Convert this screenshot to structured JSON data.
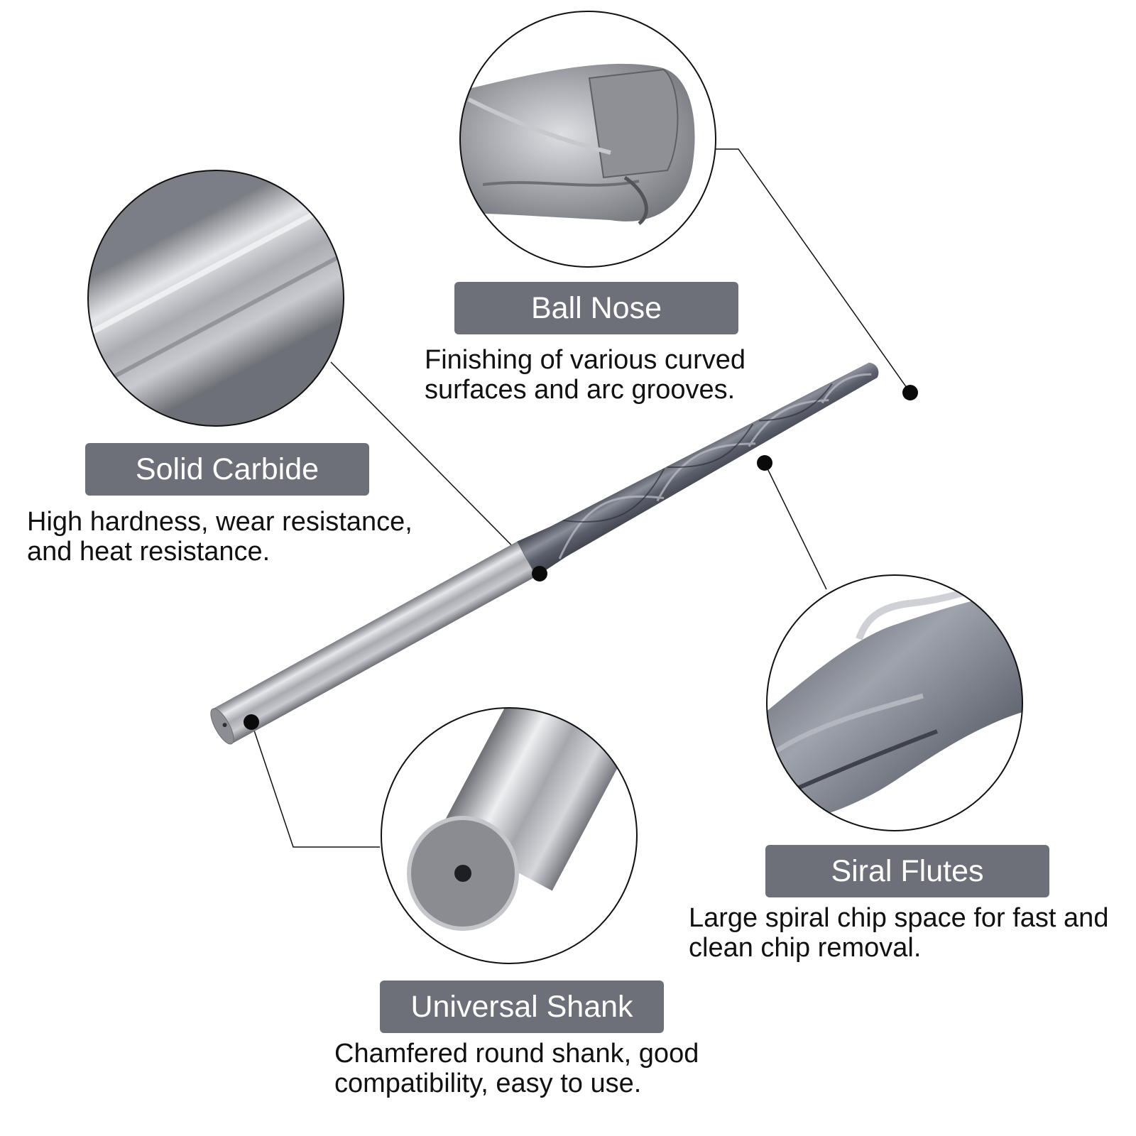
{
  "features": [
    {
      "id": "ball-nose",
      "title": "Ball Nose",
      "description_lines": [
        "Finishing of various curved",
        "surfaces and arc grooves."
      ]
    },
    {
      "id": "solid-carbide",
      "title": "Solid Carbide",
      "description_lines": [
        "High hardness, wear resistance,",
        "and heat resistance."
      ]
    },
    {
      "id": "spiral-flutes",
      "title": "Siral Flutes",
      "description_lines": [
        "Large spiral chip space for fast and",
        "clean chip removal."
      ]
    },
    {
      "id": "universal-shank",
      "title": "Universal Shank",
      "description_lines": [
        "Chamfered round shank, good",
        "compatibility, easy to use."
      ]
    }
  ],
  "colors": {
    "label_background": "#6d7079",
    "label_text": "#ffffff",
    "description_text": "#111111",
    "metal_light": "#d9dade",
    "metal_dark": "#5a5c63",
    "coating": "#5d6170"
  }
}
